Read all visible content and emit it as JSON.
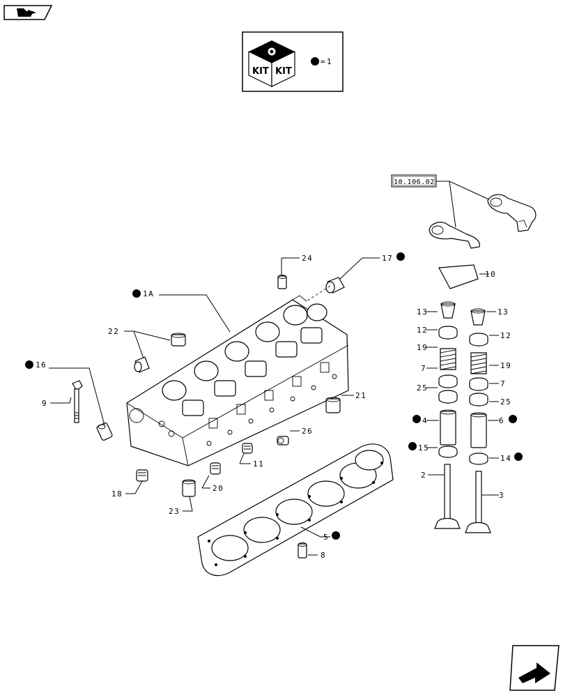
{
  "kit": {
    "left_word": "KIT",
    "right_word": "KIT",
    "legend_value": "1"
  },
  "reference": {
    "label": "10.106.02"
  },
  "callouts": {
    "c1A": "1A",
    "c2": "2",
    "c3": "3",
    "c4": "4",
    "c5": "5",
    "c6": "6",
    "c7a": "7",
    "c7b": "7",
    "c8": "8",
    "c9": "9",
    "c10": "10",
    "c11": "11",
    "c12a": "12",
    "c12b": "12",
    "c13a": "13",
    "c13b": "13",
    "c14": "14",
    "c15": "15",
    "c16": "16",
    "c17": "17",
    "c18": "18",
    "c19a": "19",
    "c19b": "19",
    "c20": "20",
    "c21": "21",
    "c22": "22",
    "c23": "23",
    "c24": "24",
    "c25a": "25",
    "c25b": "25",
    "c26": "26"
  },
  "icons": {
    "top_left": "book-icon",
    "bottom_right": "next-page-arrow-icon"
  }
}
